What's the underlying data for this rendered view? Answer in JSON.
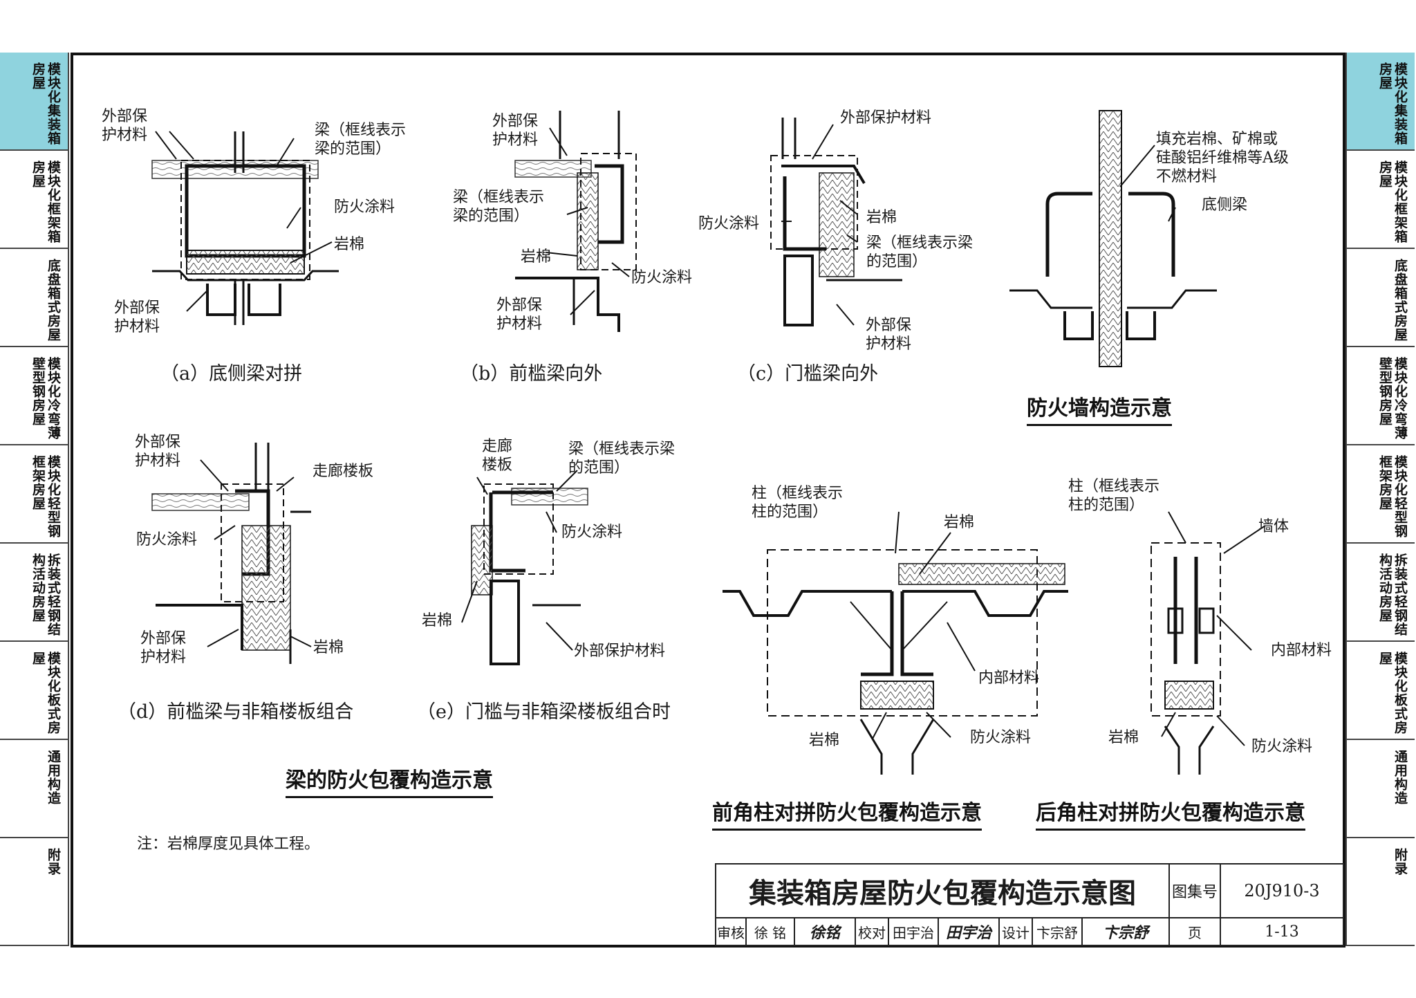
{
  "left_tabs": [
    {
      "label": "模块化集装箱房屋",
      "active": true
    },
    {
      "label": "模块化框架箱房屋",
      "active": false
    },
    {
      "label": "底盘箱式房屋",
      "active": false
    },
    {
      "label": "模块化冷弯薄壁型钢房屋",
      "active": false
    },
    {
      "label": "模块化轻型钢框架房屋",
      "active": false
    },
    {
      "label": "拆装式轻钢结构活动房屋",
      "active": false
    },
    {
      "label": "模块化板式房屋",
      "active": false
    },
    {
      "label": "通用构造",
      "active": false
    },
    {
      "label": "附录",
      "active": false
    }
  ],
  "labels": {
    "a_out1": "外部保\n护材料",
    "a_beam": "梁（框线表示\n梁的范围）",
    "a_fire": "防火涂料",
    "a_rock": "岩棉",
    "a_out2": "外部保\n护材料",
    "b_out1": "外部保\n护材料",
    "b_beam": "梁（框线表示\n梁的范围）",
    "b_rock": "岩棉",
    "b_fire": "防火涂料",
    "b_out2": "外部保\n护材料",
    "c_out1": "外部保护材料",
    "c_fire": "防火涂料",
    "c_rock": "岩棉",
    "c_beam": "梁（框线表示梁\n的范围）",
    "c_out2": "外部保\n护材料",
    "w_fill": "填充岩棉、矿棉或\n硅酸铝纤维棉等A级\n不燃材料",
    "w_beam": "底侧梁",
    "d_out1": "外部保\n护材料",
    "d_corr": "走廊楼板",
    "d_fire": "防火涂料",
    "d_out2": "外部保\n护材料",
    "d_rock": "岩棉",
    "e_corr": "走廊\n楼板",
    "e_beam": "梁（框线表示梁\n的范围）",
    "e_fire": "防火涂料",
    "e_rock": "岩棉",
    "e_out": "外部保护材料",
    "f_col": "柱（框线表示\n柱的范围）",
    "f_rock": "岩棉",
    "f_inner": "内部材料",
    "f_rock2": "岩棉",
    "f_fire": "防火涂料",
    "g_col": "柱（框线表示\n柱的范围）",
    "g_wall": "墙体",
    "g_inner": "内部材料",
    "g_rock": "岩棉",
    "g_fire": "防火涂料"
  },
  "captions": {
    "a": "（a）底侧梁对拼",
    "b": "（b）前槛梁向外",
    "c": "（c）门槛梁向外",
    "d": "（d）前槛梁与非箱楼板组合",
    "e": "（e）门槛与非箱梁楼板组合时"
  },
  "headings": {
    "firewall": "防火墙构造示意",
    "beam": "梁的防火包覆构造示意",
    "front_col": "前角柱对拼防火包覆构造示意",
    "rear_col": "后角柱对拼防火包覆构造示意"
  },
  "note": "注：岩棉厚度见具体工程。",
  "title_block": {
    "title": "集装箱房屋防火包覆构造示意图",
    "atlas_label": "图集号",
    "atlas_no": "20J910-3",
    "review_label": "审核",
    "reviewer": "徐 铭",
    "reviewer_sign": "徐铭",
    "check_label": "校对",
    "checker": "田宇治",
    "checker_sign": "田宇治",
    "design_label": "设计",
    "designer": "卞宗舒",
    "designer_sign": "卞宗舒",
    "page_label": "页",
    "page_no": "1-13"
  }
}
